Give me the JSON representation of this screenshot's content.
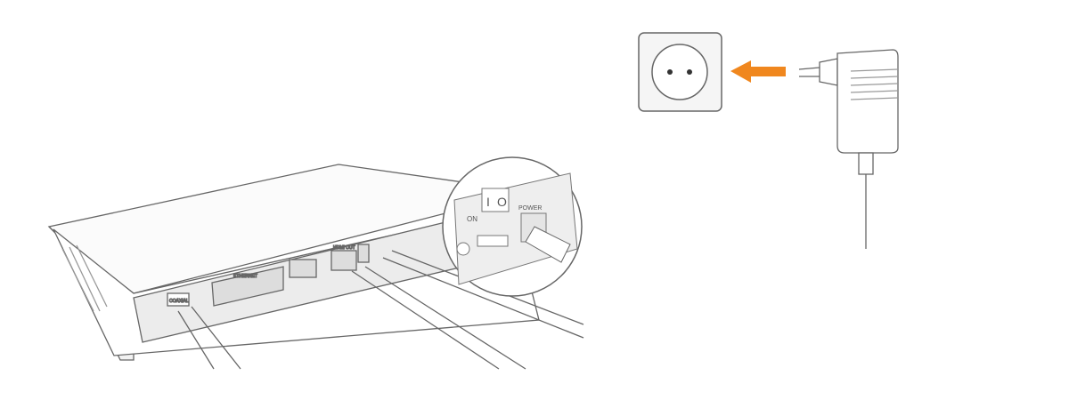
{
  "router": {
    "port_labels": {
      "coax": "COAXIAL",
      "ethernet": "ETHERNET",
      "hdmi": "HDMI OUT"
    }
  },
  "zoom_panel": {
    "on_label": "ON",
    "switch_on": "I",
    "switch_off": "O",
    "power_label": "POWER"
  },
  "colors": {
    "arrow": "#f0871e",
    "line": "#6b6b6b",
    "panel": "#eeeeee"
  }
}
